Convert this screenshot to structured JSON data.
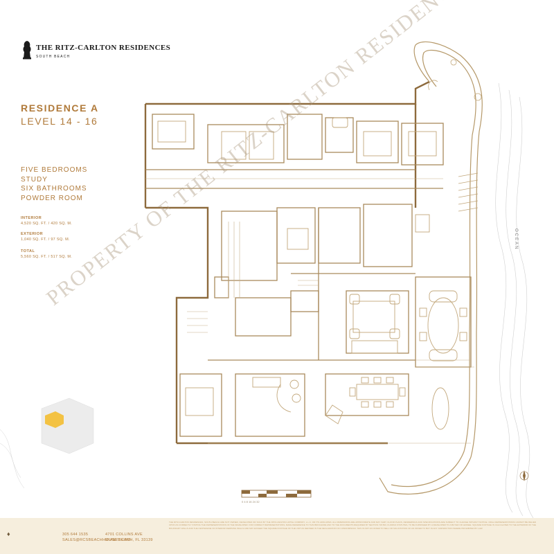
{
  "brand": {
    "name": "THE RITZ-CARLTON RESIDENCES",
    "sub": "SOUTH BEACH"
  },
  "residence": {
    "title": "RESIDENCE A",
    "level": "LEVEL 14 - 16",
    "rooms": [
      "FIVE BEDROOMS",
      "STUDY",
      "SIX BATHROOMS",
      "POWDER ROOM"
    ],
    "areas": [
      {
        "label": "INTERIOR",
        "value": "4,520 SQ. FT. / 420 SQ. M."
      },
      {
        "label": "EXTERIOR",
        "value": "1,040 SQ. FT. / 97 SQ. M."
      },
      {
        "label": "TOTAL",
        "value": "5,560 SQ. FT. / 517 SQ. M."
      }
    ]
  },
  "watermark": "PROPERTY OF THE RITZ-CARLTON RESIDENCES SOUTH BEACH",
  "ocean_label": "OCEAN",
  "footer": {
    "contact_phone": "305 644 1535",
    "contact_email": "SALES@RCSBEACHHOUSES.COM",
    "address_line1": "4701 COLLINS AVE",
    "address_line2": "MIAMI BEACH, FL 33139",
    "disclaimer": "THE RITZ-CARLTON RESIDENCES, SOUTH BEACH ARE NOT OWNED, DEVELOPED OR SOLD BY THE RITZ-CARLTON HOTEL COMPANY, L.L.C. OR ITS AFFILIATES. ALL DIMENSIONS ARE APPROXIMATE AND MAY VARY. FLOOR PLANS, RENDERINGS AND SPECIFICATIONS ARE SUBJECT TO CHANGE WITHOUT NOTICE. ORAL REPRESENTATIONS CANNOT BE RELIED UPON AS CORRECTLY STATING THE REPRESENTATIONS OF THE DEVELOPER. FOR CORRECT REPRESENTATIONS, MAKE REFERENCE TO THIS BROCHURE AND TO THE DOCUMENTS REQUIRED BY SECTION 718.503, FLORIDA STATUTES, TO BE FURNISHED BY A DEVELOPER TO A BUYER OR LESSEE. SQUARE FOOTAGE IS CALCULATED TO THE EXTERIOR OF THE BOUNDARY WALLS AND THE CENTERLINE OF INTERIOR DEMISING WALLS AND MAY EXCEED THE SQUARE FOOTAGE OF THE UNIT AS DEFINED IN THE DECLARATION OF CONDOMINIUM. THIS IS NOT AN OFFER TO SELL OR SOLICITATION OF AN OFFER TO BUY IN ANY JURISDICTION WHERE PROHIBITED BY LAW."
  },
  "scale_labels": "0    4    8    16    24    32",
  "colors": {
    "accent": "#b07a3a",
    "plan_line": "#a98a5c",
    "footer_bg": "#f6eedd"
  }
}
